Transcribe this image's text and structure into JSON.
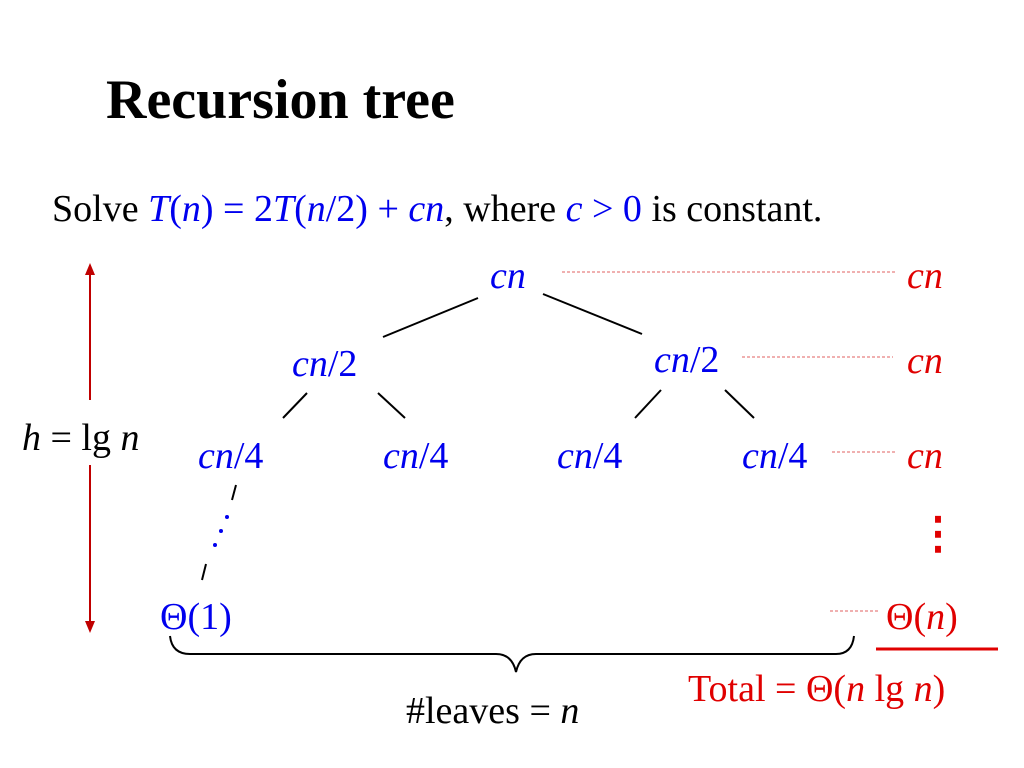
{
  "title": "Recursion tree",
  "problem": {
    "prefix": "Solve ",
    "T": "T",
    "open1": "(",
    "n1": "n",
    "mid1": ") = 2",
    "T2": "T",
    "open2": "(",
    "n2": "n",
    "mid2": "/2) + ",
    "cn": "cn",
    "where": ", where ",
    "c": "c",
    "gt": " > 0",
    "suffix": " is constant."
  },
  "tree": {
    "root": {
      "var": "cn",
      "rest": ""
    },
    "level1": [
      {
        "var": "cn",
        "rest": "/2"
      },
      {
        "var": "cn",
        "rest": "/2"
      }
    ],
    "level2": [
      {
        "var": "cn",
        "rest": "/4"
      },
      {
        "var": "cn",
        "rest": "/4"
      },
      {
        "var": "cn",
        "rest": "/4"
      },
      {
        "var": "cn",
        "rest": "/4"
      }
    ],
    "leaf": "Θ(1)"
  },
  "level_costs": {
    "row0": "cn",
    "row1": "cn",
    "row2": "cn",
    "ellipsis": "⋮",
    "leaf_row": {
      "pre": "Θ(",
      "var": "n",
      "post": ")"
    }
  },
  "height_label": {
    "h": "h",
    "eq": " = lg ",
    "n": "n"
  },
  "leaves_label": {
    "text": "#leaves = ",
    "n": "n"
  },
  "total": {
    "pre": "Total = Θ(",
    "n1": "n",
    "mid": " lg ",
    "n2": "n",
    "post": ")"
  },
  "colors": {
    "blue": "#0000ee",
    "red": "#e00000",
    "black": "#000000"
  }
}
